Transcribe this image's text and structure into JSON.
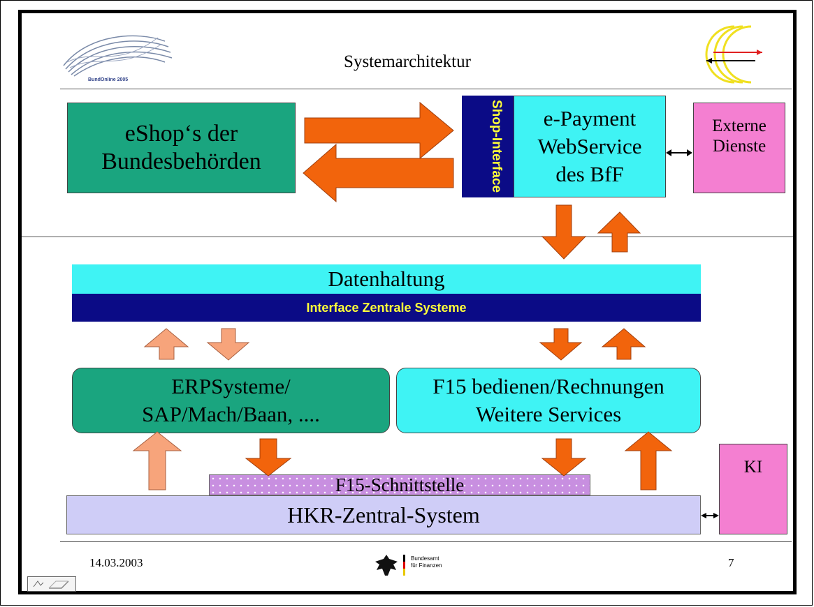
{
  "title": "Systemarchitektur",
  "logos": {
    "left_caption": "BundOnline 2005",
    "right_icon": "circles-arrows-logo",
    "footer_line1": "Bundesamt",
    "footer_line2": "für Finanzen"
  },
  "boxes": {
    "eshop": "eShop‘s der Bundesbehörden",
    "shop_interface": "Shop-Interface",
    "epayment_line1": "e-Payment",
    "epayment_line2": "WebService",
    "epayment_line3": "des BfF",
    "externe_line1": "Externe",
    "externe_line2": "Dienste",
    "datenhaltung": "Datenhaltung",
    "interface_zentrale": "Interface Zentrale Systeme",
    "erp_line1": "ERPSysteme/",
    "erp_line2": "SAP/Mach/Baan, ....",
    "f15_line1": "F15 bedienen/Rechnungen",
    "f15_line2": "Weitere Services",
    "ki": "KI",
    "schnittstelle": "F15-Schnittstelle",
    "hkr": "HKR-Zentral-System"
  },
  "footer": {
    "date": "14.03.2003",
    "page": "7"
  },
  "colors": {
    "arrow_dark": "#f2640c",
    "arrow_light": "#f7a47b",
    "green": "#1aa57f",
    "cyan": "#3ff3f4",
    "navy": "#0b0b86",
    "pink": "#f47fd1",
    "lavender": "#cfcdf7"
  }
}
